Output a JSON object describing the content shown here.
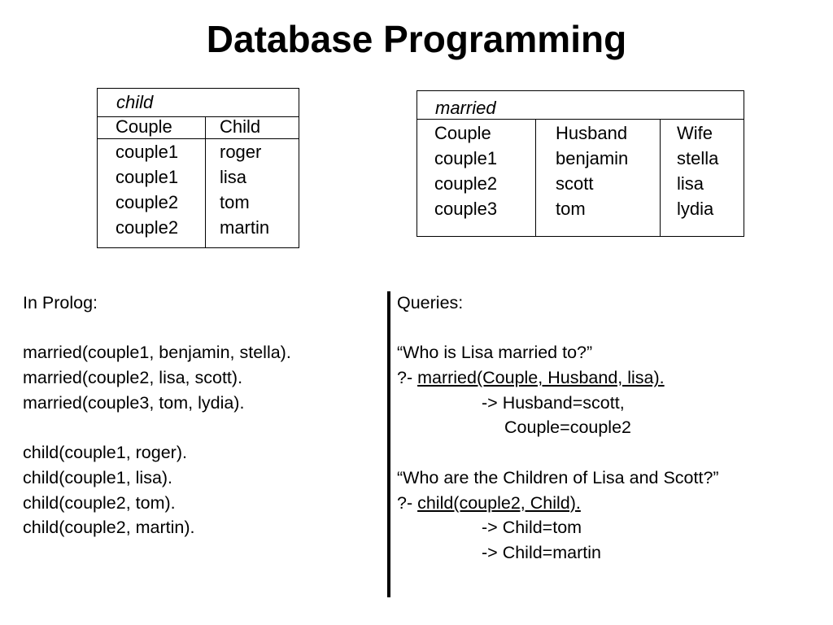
{
  "title": "Database Programming",
  "child_table": {
    "caption": "child",
    "headers": [
      "Couple",
      "Child"
    ],
    "rows": [
      [
        "couple1",
        "roger"
      ],
      [
        "couple1",
        "lisa"
      ],
      [
        "couple2",
        "tom"
      ],
      [
        "couple2",
        "martin"
      ]
    ]
  },
  "married_table": {
    "caption": "married",
    "headers": [
      "Couple",
      "Husband",
      "Wife"
    ],
    "rows": [
      [
        "couple1",
        "benjamin",
        "stella"
      ],
      [
        "couple2",
        "scott",
        "lisa"
      ],
      [
        "couple3",
        "tom",
        "lydia"
      ]
    ]
  },
  "prolog": {
    "heading": "In Prolog:",
    "married_facts": [
      "married(couple1, benjamin, stella).",
      "married(couple2, lisa, scott).",
      "married(couple3, tom, lydia)."
    ],
    "child_facts": [
      "child(couple1, roger).",
      "child(couple1, lisa).",
      "child(couple2, tom).",
      "child(couple2, martin)."
    ]
  },
  "queries": {
    "heading": "Queries:",
    "q1": {
      "question": "“Who is Lisa married to?”",
      "prompt": "?- ",
      "query": "married(Couple, Husband, lisa).",
      "answer1": "-> Husband=scott,",
      "answer2": "Couple=couple2"
    },
    "q2": {
      "question": "“Who are the Children of Lisa and Scott?”",
      "prompt": "?- ",
      "query": "child(couple2, Child).",
      "answer1": "-> Child=tom",
      "answer2": "-> Child=martin"
    }
  }
}
